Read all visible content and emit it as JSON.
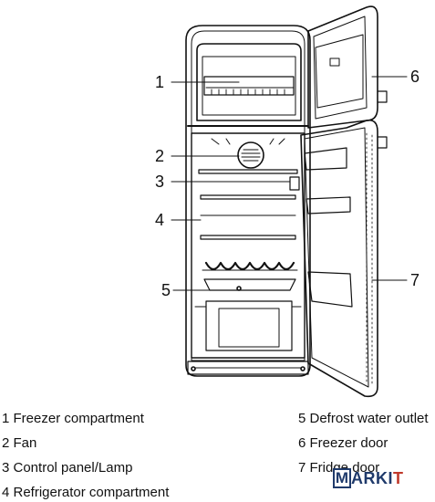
{
  "callouts": {
    "c1": "1",
    "c2": "2",
    "c3": "3",
    "c4": "4",
    "c5": "5",
    "c6": "6",
    "c7": "7"
  },
  "legend": [
    "1 Freezer compartment",
    "2 Fan",
    "3 Control panel/Lamp",
    "4 Refrigerator compartment",
    "5 Defrost water outlet",
    "6 Freezer door",
    "7 Fridge door"
  ],
  "watermark": {
    "m": "M",
    "rest": "ARKI",
    "accent": "T"
  }
}
